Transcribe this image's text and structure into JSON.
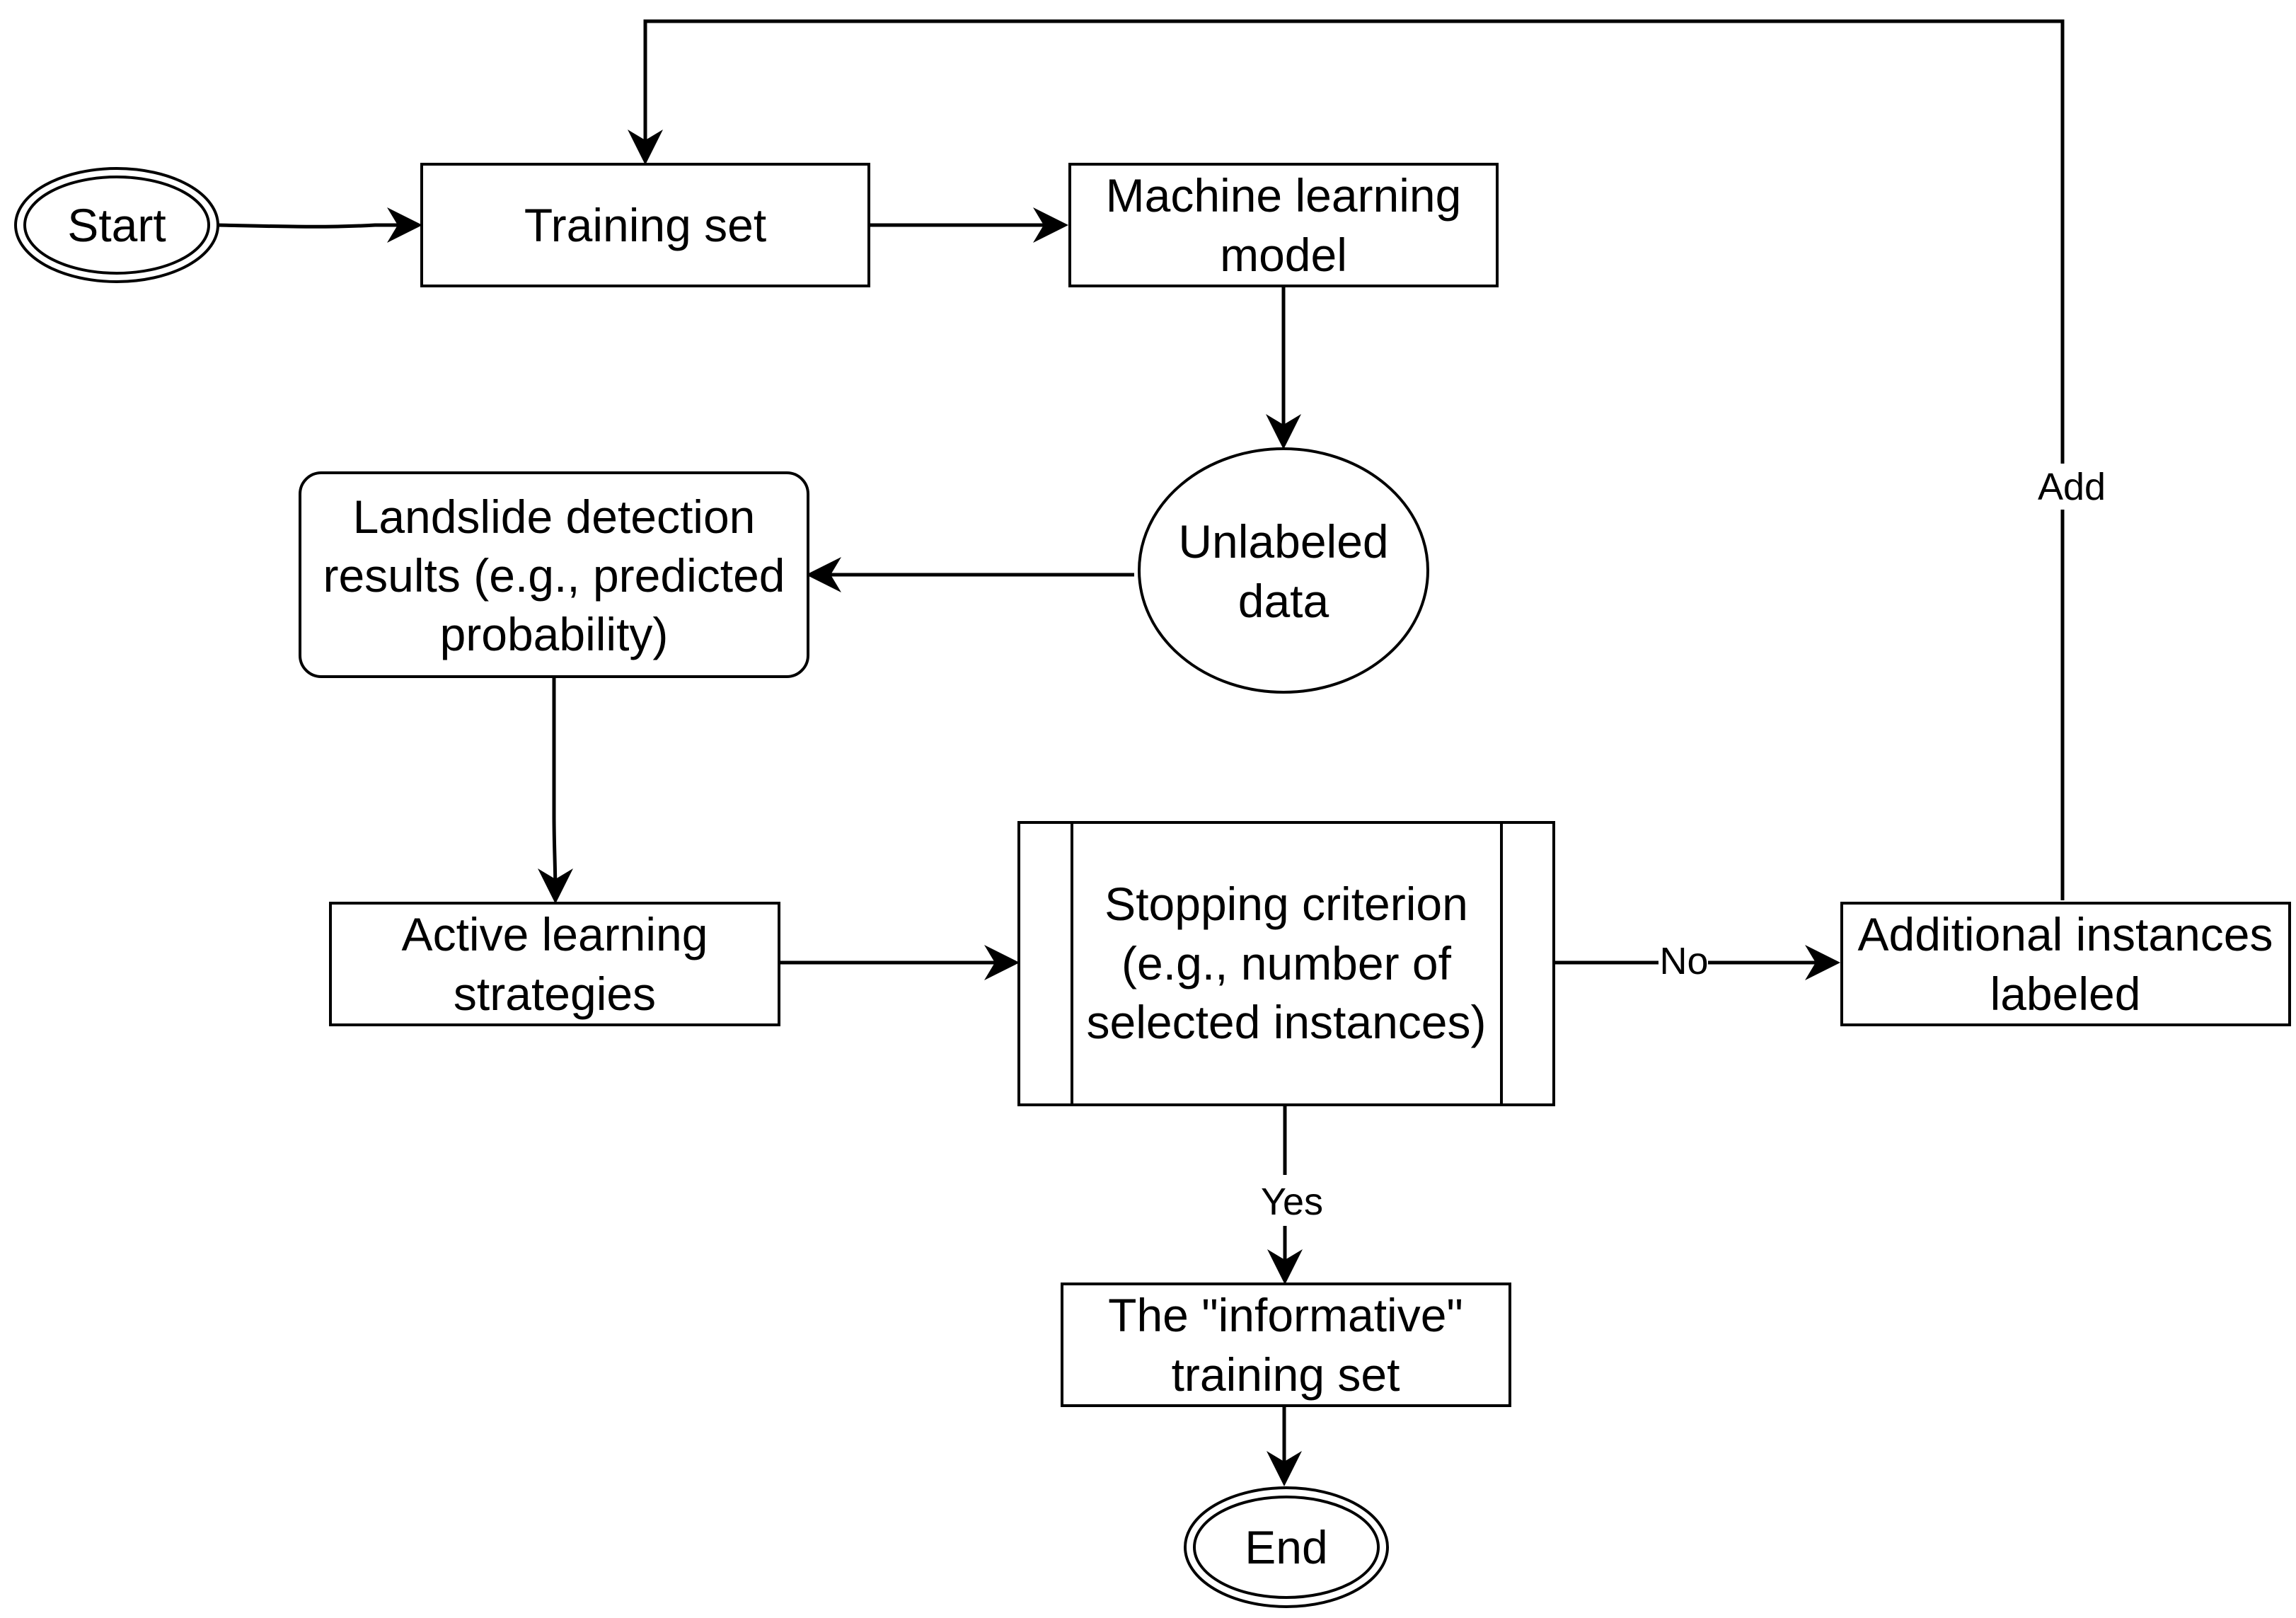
{
  "diagram": {
    "type": "flowchart",
    "nodes": {
      "start": {
        "shape": "double-ellipse",
        "lines": [
          "Start"
        ]
      },
      "training_set": {
        "shape": "rectangle",
        "lines": [
          "Training set"
        ]
      },
      "ml_model": {
        "shape": "rectangle",
        "lines": [
          "Machine learning",
          "model"
        ]
      },
      "unlabeled_data": {
        "shape": "ellipse",
        "lines": [
          "Unlabeled",
          "data"
        ]
      },
      "detection_results": {
        "shape": "rounded-rectangle",
        "lines": [
          "Landslide detection",
          "results (e.g., predicted",
          "probability)"
        ]
      },
      "active_learning": {
        "shape": "rectangle",
        "lines": [
          "Active learning",
          "strategies"
        ]
      },
      "stopping_criterion": {
        "shape": "predefined-process",
        "lines": [
          "Stopping criterion",
          "(e.g., number of",
          "selected instances)"
        ]
      },
      "additional_instances": {
        "shape": "rectangle",
        "lines": [
          "Additional instances",
          "labeled"
        ]
      },
      "informative_set": {
        "shape": "rectangle",
        "lines": [
          "The \"informative\"",
          "training set"
        ]
      },
      "end": {
        "shape": "double-ellipse",
        "lines": [
          "End"
        ]
      }
    },
    "edges": [
      {
        "from": "start",
        "to": "training_set",
        "label": ""
      },
      {
        "from": "training_set",
        "to": "ml_model",
        "label": ""
      },
      {
        "from": "ml_model",
        "to": "unlabeled_data",
        "label": ""
      },
      {
        "from": "unlabeled_data",
        "to": "detection_results",
        "label": ""
      },
      {
        "from": "detection_results",
        "to": "active_learning",
        "label": ""
      },
      {
        "from": "active_learning",
        "to": "stopping_criterion",
        "label": ""
      },
      {
        "from": "stopping_criterion",
        "to": "additional_instances",
        "label": "No"
      },
      {
        "from": "stopping_criterion",
        "to": "informative_set",
        "label": "Yes"
      },
      {
        "from": "additional_instances",
        "to": "training_set",
        "label": "Add"
      },
      {
        "from": "informative_set",
        "to": "end",
        "label": ""
      }
    ],
    "colors": {
      "stroke": "#000000",
      "fill": "#ffffff",
      "text": "#000000"
    }
  }
}
